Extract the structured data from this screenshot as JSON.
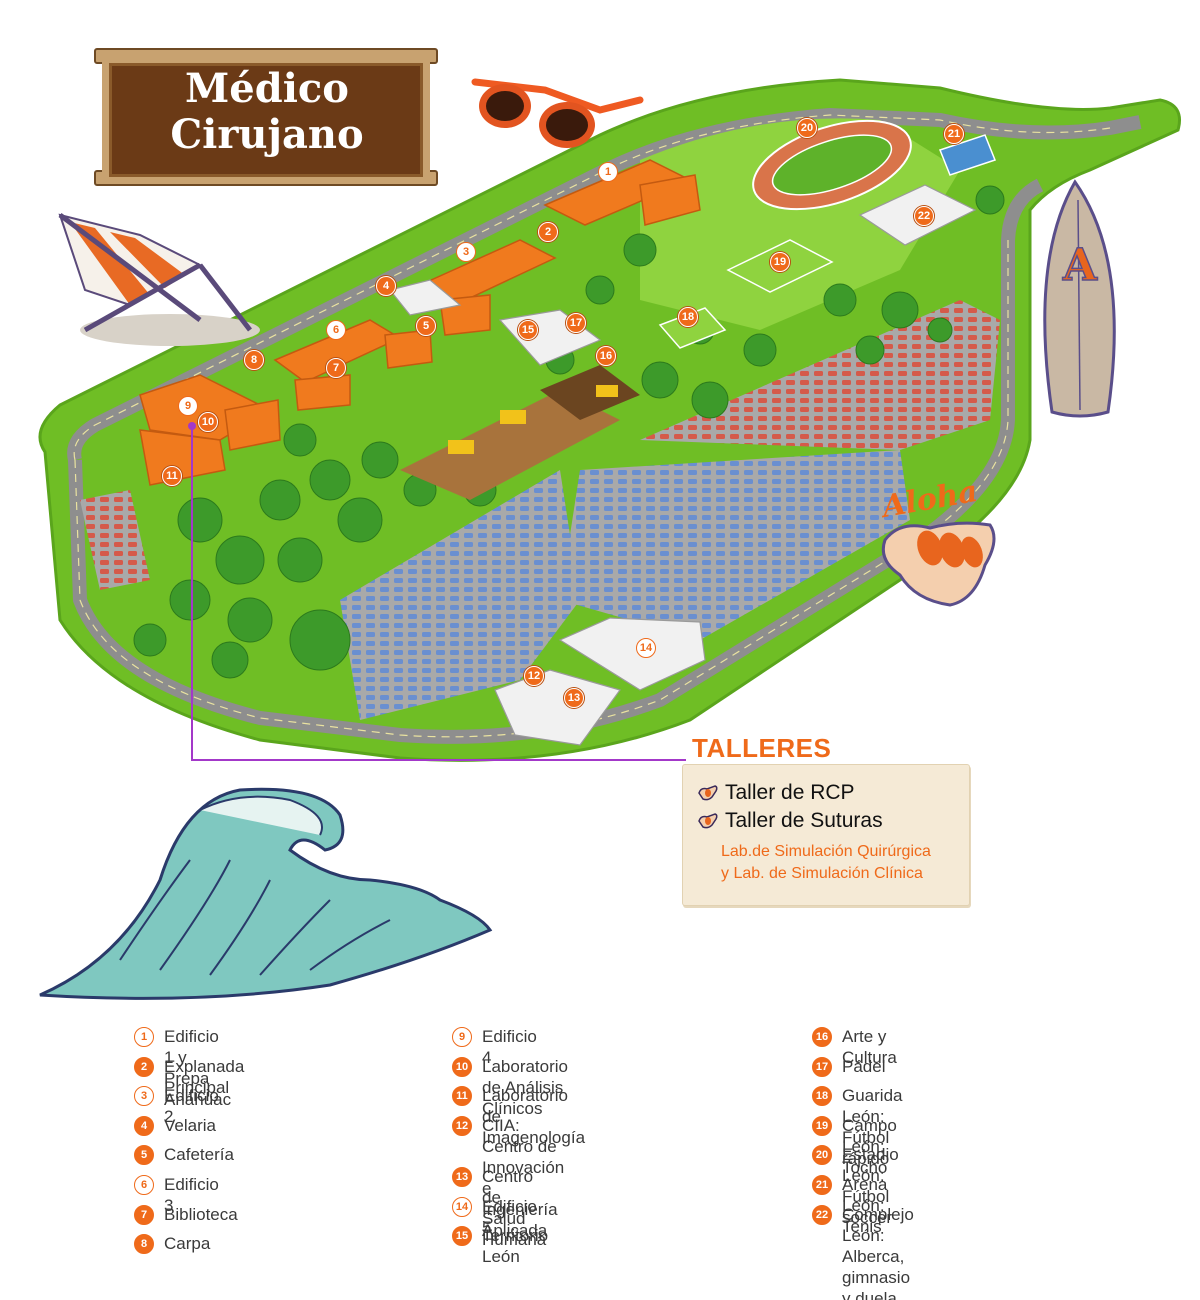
{
  "title": {
    "line1": "Médico",
    "line2": "Cirujano"
  },
  "colors": {
    "accent": "#ef6a1a",
    "grass": "#7cc62a",
    "road": "#8e8e8e",
    "sign": "#6b3a16",
    "wave": "#7fc8c0"
  },
  "surfboard_letter": "A",
  "aloha": "Aloha",
  "talleres": {
    "heading": "TALLERES",
    "items": [
      "Taller de RCP",
      "Taller de Suturas"
    ],
    "note_line1": "Lab.de Simulación Quirúrgica",
    "note_line2": "y Lab. de Simulación Clínica",
    "icon": "shaka-hand-icon"
  },
  "map_markers": [
    {
      "n": "1",
      "style": "outline"
    },
    {
      "n": "2",
      "style": "filled"
    },
    {
      "n": "3",
      "style": "outline"
    },
    {
      "n": "4",
      "style": "filled"
    },
    {
      "n": "5",
      "style": "filled"
    },
    {
      "n": "6",
      "style": "outline"
    },
    {
      "n": "7",
      "style": "filled"
    },
    {
      "n": "8",
      "style": "filled"
    },
    {
      "n": "9",
      "style": "outline"
    },
    {
      "n": "10",
      "style": "filled"
    },
    {
      "n": "11",
      "style": "filled"
    },
    {
      "n": "12",
      "style": "filled"
    },
    {
      "n": "13",
      "style": "filled"
    },
    {
      "n": "14",
      "style": "outline"
    },
    {
      "n": "15",
      "style": "filled"
    },
    {
      "n": "16",
      "style": "filled"
    },
    {
      "n": "17",
      "style": "filled"
    },
    {
      "n": "18",
      "style": "filled"
    },
    {
      "n": "19",
      "style": "filled"
    },
    {
      "n": "20",
      "style": "filled"
    },
    {
      "n": "21",
      "style": "filled"
    },
    {
      "n": "22",
      "style": "filled"
    }
  ],
  "legend": {
    "col1": [
      {
        "n": "1",
        "style": "outline",
        "label": "Edificio 1 y Prepa Anáhuac"
      },
      {
        "n": "2",
        "style": "filled",
        "label": "Explanada Principal"
      },
      {
        "n": "3",
        "style": "outline",
        "label": "Edificio 2"
      },
      {
        "n": "4",
        "style": "filled",
        "label": "Velaria"
      },
      {
        "n": "5",
        "style": "filled",
        "label": "Cafetería"
      },
      {
        "n": "6",
        "style": "outline",
        "label": "Edificio 3"
      },
      {
        "n": "7",
        "style": "filled",
        "label": "Biblioteca"
      },
      {
        "n": "8",
        "style": "filled",
        "label": "Carpa"
      }
    ],
    "col2": [
      {
        "n": "9",
        "style": "outline",
        "label": "Edificio 4"
      },
      {
        "n": "10",
        "style": "filled",
        "label": "Laboratorio de Análisis Clínicos"
      },
      {
        "n": "11",
        "style": "filled",
        "label": "Laboratorio de Imagenología"
      },
      {
        "n": "12",
        "style": "filled",
        "label": "CIIA: Centro de Innovación\ne Ingeniería Aplicada"
      },
      {
        "n": "13",
        "style": "filled",
        "label": "Centro de Salud Humana"
      },
      {
        "n": "14",
        "style": "outline",
        "label": "Edificio 5"
      },
      {
        "n": "15",
        "style": "filled",
        "label": "Territorio León"
      }
    ],
    "col3": [
      {
        "n": "16",
        "style": "filled",
        "label": "Arte y Cultura"
      },
      {
        "n": "17",
        "style": "filled",
        "label": "Pádel"
      },
      {
        "n": "18",
        "style": "filled",
        "label": "Guarida León: Fútbol rápido"
      },
      {
        "n": "19",
        "style": "filled",
        "label": "Campo León: Tocho"
      },
      {
        "n": "20",
        "style": "filled",
        "label": "Estadio León: Fútbol soccer"
      },
      {
        "n": "21",
        "style": "filled",
        "label": "Arena León: Tenis"
      },
      {
        "n": "22",
        "style": "filled",
        "label": "Complejo León: Alberca,\ngimnasio y duela"
      }
    ]
  }
}
